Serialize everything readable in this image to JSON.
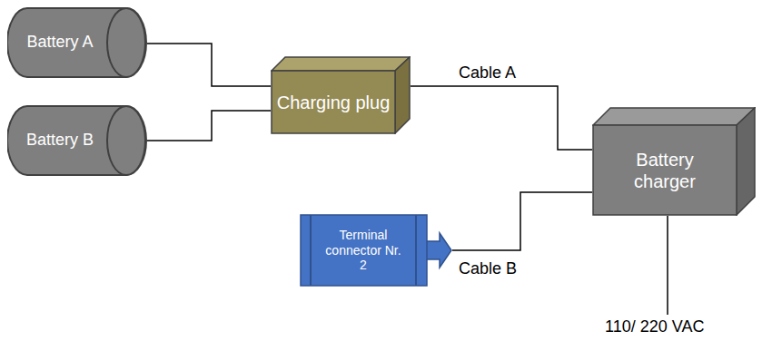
{
  "diagram": {
    "nodes": [
      {
        "text": [
          "Battery A"
        ]
      },
      {
        "text": [
          "Battery B"
        ]
      },
      {
        "text": [
          "Charging plug"
        ]
      },
      {
        "text": [
          "Battery charger"
        ]
      },
      {
        "text": [
          "Terminal connector Nr. 2"
        ]
      }
    ],
    "edges": [
      {
        "from": 0,
        "to": 2,
        "arrow": "none"
      },
      {
        "from": 1,
        "to": 2,
        "arrow": "none"
      },
      {
        "from": 2,
        "to": 3,
        "label": "Cable A",
        "arrow": "none"
      },
      {
        "from": 4,
        "to": 3,
        "label": "Cable B",
        "arrow": "none"
      }
    ],
    "labels": [
      "110/ 220 VAC"
    ]
  }
}
